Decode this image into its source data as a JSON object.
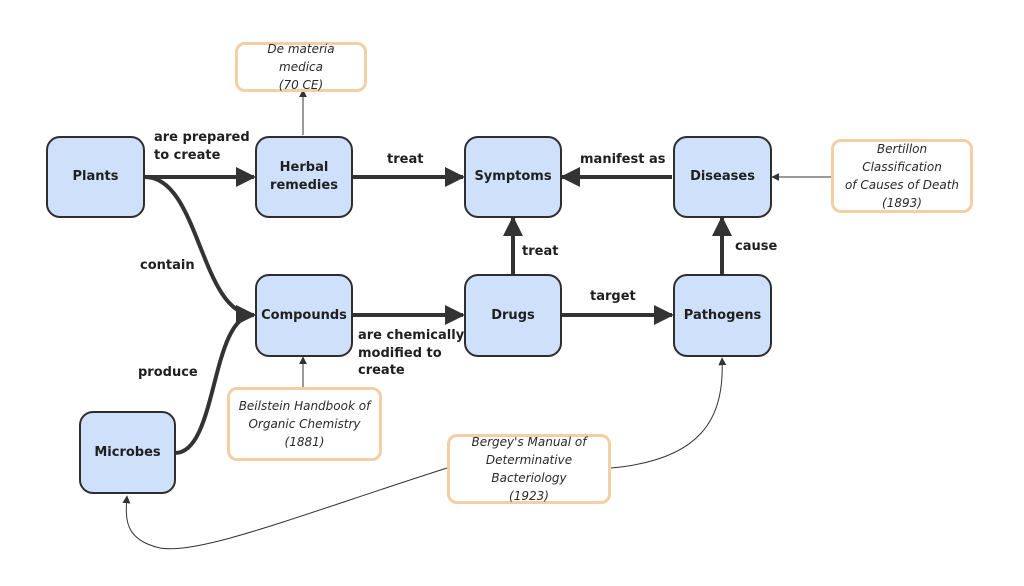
{
  "nodes": {
    "plants": "Plants",
    "herbal": "Herbal\nremedies",
    "symptoms": "Symptoms",
    "diseases": "Diseases",
    "compounds": "Compounds",
    "drugs": "Drugs",
    "pathogens": "Pathogens",
    "microbes": "Microbes"
  },
  "sources": {
    "materia": "De materia medica\n(70 CE)",
    "bertillon": "Bertillon Classification\nof Causes of Death\n(1893)",
    "beilstein": "Beilstein Handbook of\nOrganic Chemistry (1881)",
    "bergey": "Bergey's Manual of\nDeterminative Bacteriology\n(1923)"
  },
  "edges": {
    "prepared": "are prepared\nto create",
    "treat_herbal": "treat",
    "manifest": "manifest as",
    "contain": "contain",
    "treat_drugs": "treat",
    "cause": "cause",
    "modified": "are chemically\nmodified to\ncreate",
    "target": "target",
    "produce": "produce"
  },
  "colors": {
    "node_fill": "#cfe0fb",
    "node_border": "#2e2e2e",
    "source_border": "#f3cfa6",
    "edge": "#333333"
  }
}
